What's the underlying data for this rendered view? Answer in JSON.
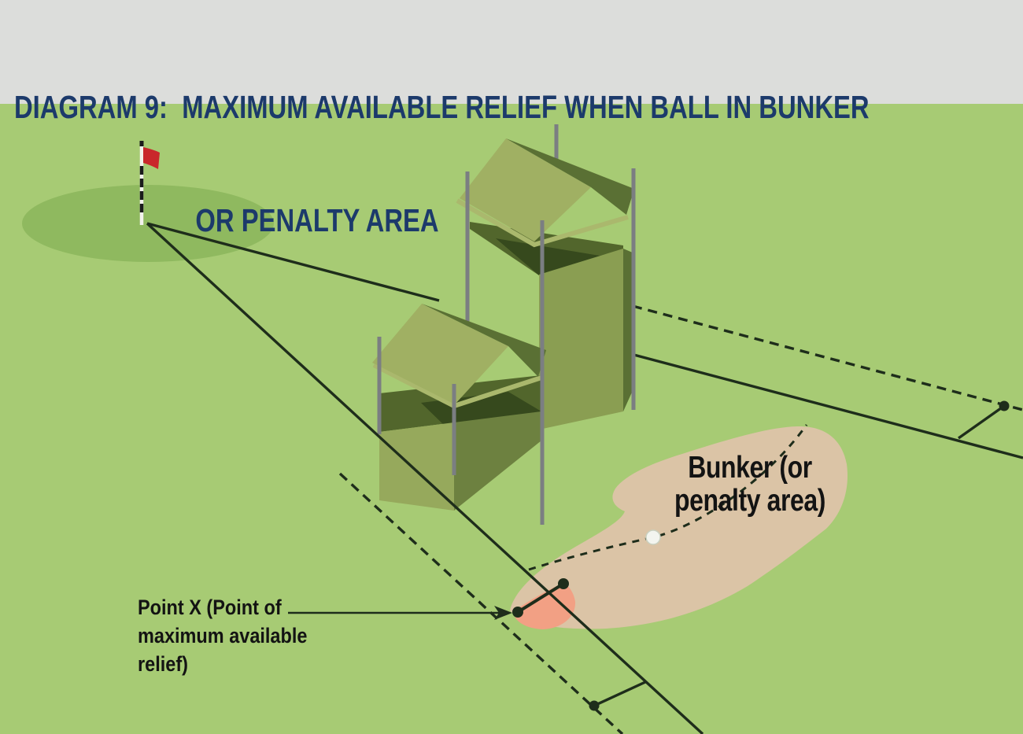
{
  "header": {
    "title_line1": "DIAGRAM 9:  MAXIMUM AVAILABLE RELIEF WHEN BALL IN BUNKER",
    "title_line2": "OR PENALTY AREA",
    "bg_color": "#dcdddb",
    "text_color": "#1c3a6b"
  },
  "diagram": {
    "labels": {
      "bunker": "Bunker (or\npenalty area)",
      "point_x": "Point X (Point of\nmaximum available\nrelief)",
      "text_color": "#131313"
    },
    "colors": {
      "ground": "#a7cb74",
      "putting_green": "#8fb95f",
      "bunker": "#dbc4a6",
      "relief_area": "#f2a084",
      "line": "#1e2d1b",
      "flag": "#c9272b",
      "flagstick_white": "#f2f2ec",
      "flagstick_black": "#1a1b1c",
      "ball": "#f3f5ef",
      "ball_edge": "#c9d0bf",
      "pole": "#7b7e82",
      "roof_light": "#a0b063",
      "roof_dark": "#5a7034",
      "body": "#8a9e52",
      "body_light": "#96a95c",
      "interior": "#52662c",
      "interior_dark": "#36491d",
      "eave": "#aab86d",
      "stand_right": "#6d8140"
    }
  }
}
